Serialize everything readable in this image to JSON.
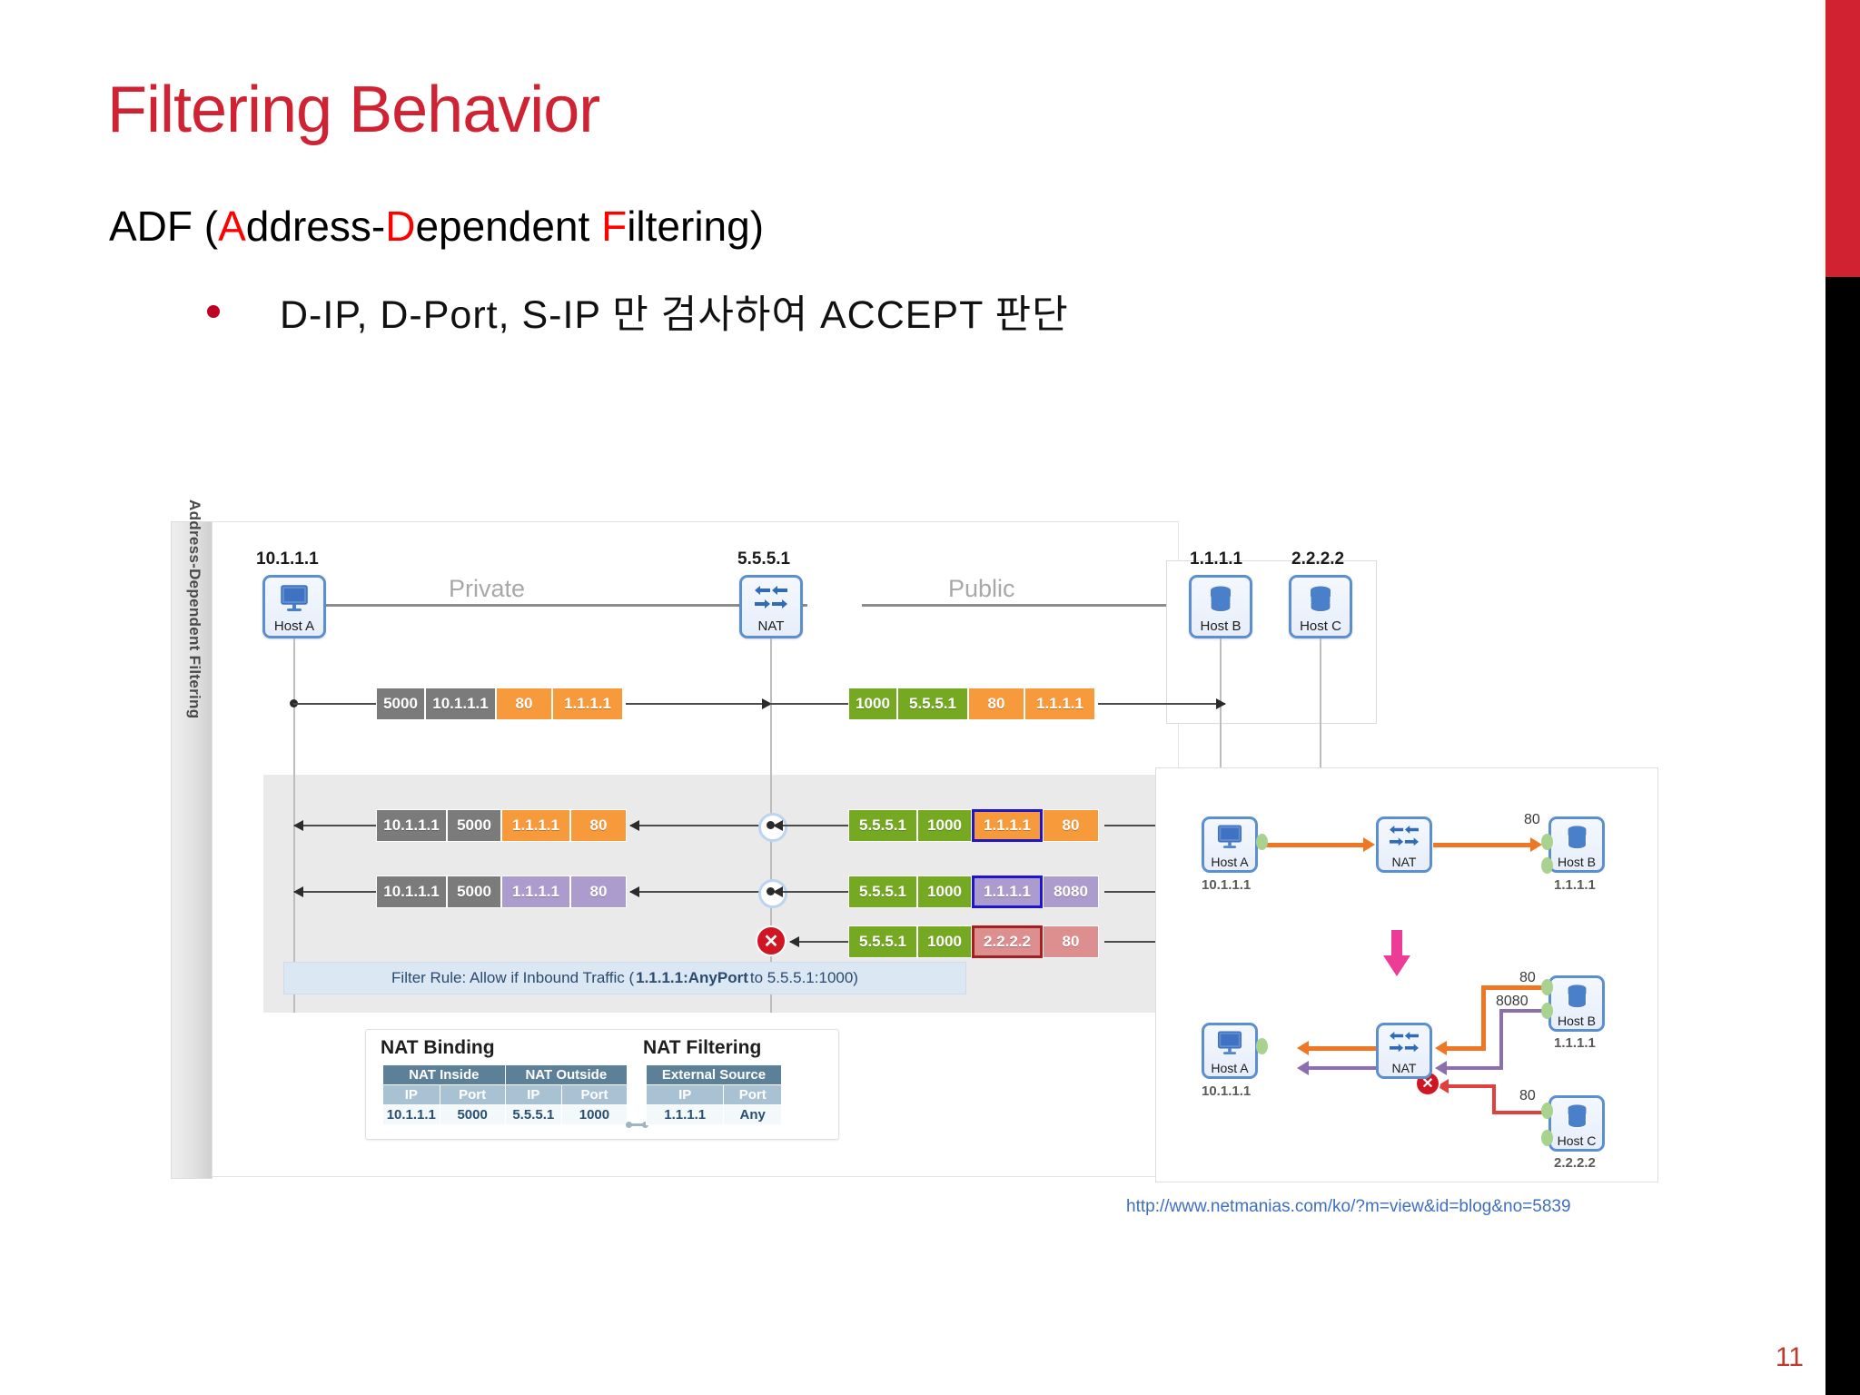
{
  "slide": {
    "title": "Filtering Behavior",
    "page_number": "11",
    "accent_red": "#cf2232",
    "edge_red": "#d02231",
    "edge_black": "#000000"
  },
  "subtitle": {
    "prefix": "ADF (",
    "a": "A",
    "ddress": "ddress",
    "dash": "-",
    "d": "D",
    "ependent": "ependent ",
    "f": "F",
    "iltering": "iltering)"
  },
  "bullet": {
    "text": "D-IP, D-Port, S-IP 만 검사하여 ACCEPT 판단",
    "marker_color": "#c00021"
  },
  "figure": {
    "vertical_label": "Address-Dependent Filtering",
    "zones": {
      "private": "Private",
      "public": "Public"
    },
    "nodes": {
      "host_a": {
        "caption": "Host A",
        "ip": "10.1.1.1"
      },
      "nat": {
        "caption": "NAT",
        "ip": "5.5.5.1"
      },
      "host_b": {
        "caption": "Host B",
        "ip": "1.1.1.1"
      },
      "host_c": {
        "caption": "Host C",
        "ip": "2.2.2.2"
      }
    },
    "packets": [
      {
        "id": "row1-outbound-private",
        "cells": [
          {
            "text": "5000",
            "style": "c-grey",
            "w": 54
          },
          {
            "text": "10.1.1.1",
            "style": "c-grey",
            "w": 78
          },
          {
            "text": "80",
            "style": "c-orange",
            "w": 62
          },
          {
            "text": "1.1.1.1",
            "style": "c-orange",
            "w": 78
          }
        ]
      },
      {
        "id": "row1-outbound-public",
        "cells": [
          {
            "text": "1000",
            "style": "c-green",
            "w": 54
          },
          {
            "text": "5.5.5.1",
            "style": "c-green",
            "w": 78
          },
          {
            "text": "80",
            "style": "c-orange",
            "w": 62
          },
          {
            "text": "1.1.1.1",
            "style": "c-orange",
            "w": 78
          }
        ]
      },
      {
        "id": "row2-inbound-private",
        "cells": [
          {
            "text": "10.1.1.1",
            "style": "c-grey",
            "w": 78
          },
          {
            "text": "5000",
            "style": "c-grey",
            "w": 60
          },
          {
            "text": "1.1.1.1",
            "style": "c-orange",
            "w": 76
          },
          {
            "text": "80",
            "style": "c-orange",
            "w": 62
          }
        ]
      },
      {
        "id": "row2-inbound-public",
        "cells": [
          {
            "text": "5.5.5.1",
            "style": "c-green",
            "w": 76
          },
          {
            "text": "1000",
            "style": "c-green",
            "w": 60
          },
          {
            "text": "1.1.1.1",
            "style": "c-orange sel-blue",
            "w": 78
          },
          {
            "text": "80",
            "style": "c-orange",
            "w": 62
          }
        ]
      },
      {
        "id": "row3-inbound-private",
        "cells": [
          {
            "text": "10.1.1.1",
            "style": "c-grey",
            "w": 78
          },
          {
            "text": "5000",
            "style": "c-grey",
            "w": 60
          },
          {
            "text": "1.1.1.1",
            "style": "c-purple",
            "w": 76
          },
          {
            "text": "80",
            "style": "c-purple",
            "w": 62
          }
        ]
      },
      {
        "id": "row3-inbound-public",
        "cells": [
          {
            "text": "5.5.5.1",
            "style": "c-green",
            "w": 76
          },
          {
            "text": "1000",
            "style": "c-green",
            "w": 60
          },
          {
            "text": "1.1.1.1",
            "style": "c-purple sel-blue",
            "w": 78
          },
          {
            "text": "8080",
            "style": "c-purple",
            "w": 62
          }
        ]
      },
      {
        "id": "row4-blocked-public",
        "cells": [
          {
            "text": "5.5.5.1",
            "style": "c-green",
            "w": 76
          },
          {
            "text": "1000",
            "style": "c-green",
            "w": 60
          },
          {
            "text": "2.2.2.2",
            "style": "c-red sel-red",
            "w": 78
          },
          {
            "text": "80",
            "style": "c-red",
            "w": 62
          }
        ]
      }
    ],
    "filter_rule": {
      "lead": "Filter Rule: Allow if Inbound Traffic (",
      "bold": "1.1.1.1:AnyPort",
      "tail": " to 5.5.5.1:1000)"
    },
    "tables": {
      "binding_title": "NAT Binding",
      "filtering_title": "NAT Filtering",
      "binding_groups": [
        "NAT Inside",
        "NAT Outside"
      ],
      "filtering_group": "External Source",
      "sub_headers": [
        "IP",
        "Port",
        "IP",
        "Port"
      ],
      "filtering_sub_headers": [
        "IP",
        "Port"
      ],
      "binding_values": [
        "10.1.1.1",
        "5000",
        "5.5.5.1",
        "1000"
      ],
      "filtering_values": [
        "1.1.1.1",
        "Any"
      ]
    }
  },
  "inset": {
    "top": {
      "host_a": {
        "caption": "Host A",
        "ip": "10.1.1.1"
      },
      "nat": {
        "caption": "NAT"
      },
      "host_b": {
        "caption": "Host B",
        "ip": "1.1.1.1",
        "port": "80"
      }
    },
    "bottom": {
      "host_a": {
        "caption": "Host A",
        "ip": "10.1.1.1"
      },
      "nat": {
        "caption": "NAT"
      },
      "host_b": {
        "caption": "Host B",
        "ip": "1.1.1.1",
        "port_accept": "80",
        "port_blocked_label": "8080"
      },
      "host_c": {
        "caption": "Host C",
        "ip": "2.2.2.2",
        "port": "80"
      }
    },
    "colors": {
      "allow_orange": "#ef7622",
      "allow_purple": "#8e6fae",
      "deny_red": "#e2403d",
      "pink_arrow": "#ed3c96"
    }
  },
  "source_url": "http://www.netmanias.com/ko/?m=view&id=blog&no=5839"
}
